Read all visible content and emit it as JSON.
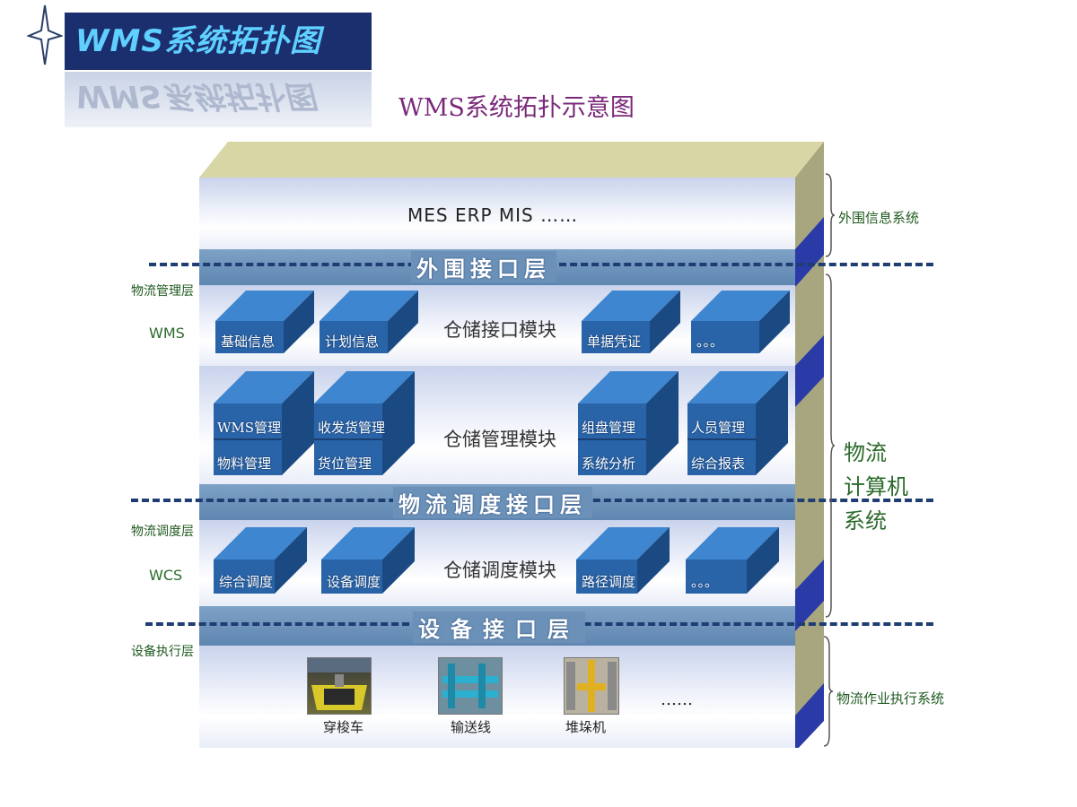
{
  "header": {
    "banner_title": "WMS系统拓扑图",
    "subtitle": "WMS系统拓扑示意图"
  },
  "layers": {
    "external_systems": "MES ERP MIS ……",
    "external_interface": "外围接口层",
    "storage_interface_module": "仓储接口模块",
    "storage_management_module": "仓储管理模块",
    "dispatch_interface": "物流调度接口层",
    "storage_dispatch_module": "仓储调度模块",
    "device_interface": "设备接口层"
  },
  "left_labels": {
    "logistics_management_layer": "物流管理层",
    "wms": "WMS",
    "logistics_dispatch_layer": "物流调度层",
    "wcs": "WCS",
    "device_execution_layer": "设备执行层"
  },
  "right_labels": {
    "peripheral_info_system": "外围信息系统",
    "logistics_computer_system": "物流\n计算机\n系统",
    "logistics_execution_system": "物流作业执行系统"
  },
  "interface_modules": [
    {
      "label": "基础信息"
    },
    {
      "label": "计划信息"
    },
    {
      "label": "单据凭证"
    },
    {
      "label": "。。。"
    }
  ],
  "management_modules": [
    {
      "top": "WMS管理",
      "bottom": "物料管理"
    },
    {
      "top": "收发货管理",
      "bottom": "货位管理"
    },
    {
      "top": "组盘管理",
      "bottom": "系统分析"
    },
    {
      "top": "人员管理",
      "bottom": "综合报表"
    }
  ],
  "dispatch_modules": [
    {
      "label": "综合调度"
    },
    {
      "label": "设备调度"
    },
    {
      "label": "路径调度"
    },
    {
      "label": "。。。"
    }
  ],
  "devices": [
    {
      "label": "穿梭车"
    },
    {
      "label": "输送线"
    },
    {
      "label": "堆垛机"
    }
  ],
  "devices_more": "……",
  "colors": {
    "banner_bg": "#1b2f6e",
    "banner_text": "#5fd0ff",
    "cube_front": "#2a64a8",
    "cube_top": "#3e86d0",
    "cube_side": "#1b4a83",
    "interface_band": "#6b91b9",
    "dash_line": "#1e3d73",
    "label_green": "#1f5a1f"
  }
}
